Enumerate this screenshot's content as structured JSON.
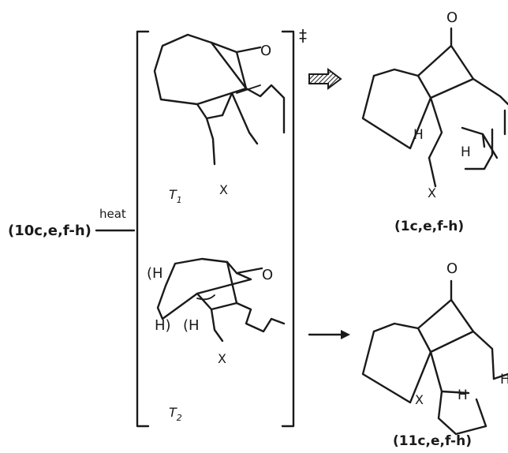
{
  "scheme": {
    "reactant": "(10c,e,f-h)",
    "condition": "heat",
    "ts_symbol": "‡",
    "ts1": {
      "label": "T",
      "sub": "1",
      "substituent": "X",
      "oxygen": "O"
    },
    "ts2": {
      "label": "T",
      "sub": "2",
      "substituent": "X",
      "oxygen": "O",
      "h_upper": "(H",
      "h_lower": "H)",
      "h_middle": "(H"
    },
    "product1": {
      "label": "(1c,e,f-h)",
      "oxygen": "O",
      "h_left": "H",
      "h_right": "H",
      "x": "X"
    },
    "product2": {
      "label": "(11c,e,f-h)",
      "oxygen": "O",
      "h_upper": "H",
      "h_lower": "H",
      "x": "X"
    }
  }
}
